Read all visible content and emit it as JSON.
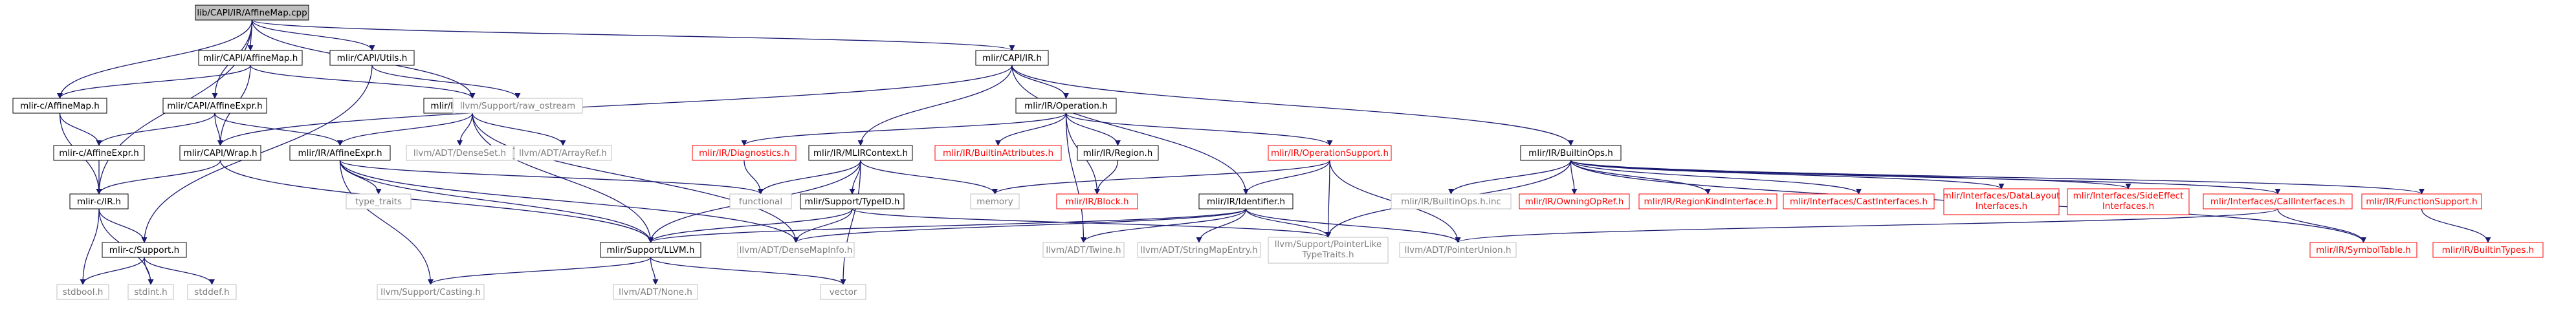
{
  "colors": {
    "root_fill": "#bfbfbf",
    "normal_border": "#000000",
    "normal_text": "#000000",
    "missing_border": "#bfbfbf",
    "missing_text": "#7f7f7f",
    "trunc_border": "#ff0000",
    "trunc_text": "#ff0000",
    "edge": "#191970"
  },
  "nodes": [
    {
      "id": "root",
      "label": "lib/CAPI/IR/AffineMap.cpp",
      "kind": "root"
    },
    {
      "id": "capi_affinemap_h",
      "label": "mlir/CAPI/AffineMap.h",
      "kind": "normal"
    },
    {
      "id": "capi_utils",
      "label": "mlir/CAPI/Utils.h",
      "kind": "normal"
    },
    {
      "id": "capi_ir",
      "label": "mlir/CAPI/IR.h",
      "kind": "normal"
    },
    {
      "id": "c_affinemap",
      "label": "mlir-c/AffineMap.h",
      "kind": "normal"
    },
    {
      "id": "capi_affineexpr",
      "label": "mlir/CAPI/AffineExpr.h",
      "kind": "normal"
    },
    {
      "id": "ir_affinemap",
      "label": "mlir/IR/AffineMap.h",
      "kind": "normal"
    },
    {
      "id": "raw_ostream",
      "label": "llvm/Support/raw_ostream",
      "kind": "missing"
    },
    {
      "id": "ir_operation",
      "label": "mlir/IR/Operation.h",
      "kind": "normal"
    },
    {
      "id": "c_affineexpr",
      "label": "mlir-c/AffineExpr.h",
      "kind": "normal"
    },
    {
      "id": "capi_wrap",
      "label": "mlir/CAPI/Wrap.h",
      "kind": "normal"
    },
    {
      "id": "ir_affineexpr",
      "label": "mlir/IR/AffineExpr.h",
      "kind": "normal"
    },
    {
      "id": "adt_denseset",
      "label": "llvm/ADT/DenseSet.h",
      "kind": "missing"
    },
    {
      "id": "adt_arrayref",
      "label": "llvm/ADT/ArrayRef.h",
      "kind": "missing"
    },
    {
      "id": "ir_diagnostics",
      "label": "mlir/IR/Diagnostics.h",
      "kind": "trunc"
    },
    {
      "id": "ir_mlircontext",
      "label": "mlir/IR/MLIRContext.h",
      "kind": "normal"
    },
    {
      "id": "ir_builtinattributes",
      "label": "mlir/IR/BuiltinAttributes.h",
      "kind": "trunc"
    },
    {
      "id": "ir_region",
      "label": "mlir/IR/Region.h",
      "kind": "normal"
    },
    {
      "id": "ir_operationsupport",
      "label": "mlir/IR/OperationSupport.h",
      "kind": "trunc"
    },
    {
      "id": "ir_builtinops",
      "label": "mlir/IR/BuiltinOps.h",
      "kind": "normal"
    },
    {
      "id": "c_ir",
      "label": "mlir-c/IR.h",
      "kind": "normal"
    },
    {
      "id": "type_traits",
      "label": "type_traits",
      "kind": "missing"
    },
    {
      "id": "functional",
      "label": "functional",
      "kind": "missing"
    },
    {
      "id": "support_typeid",
      "label": "mlir/Support/TypeID.h",
      "kind": "normal"
    },
    {
      "id": "memory",
      "label": "memory",
      "kind": "missing"
    },
    {
      "id": "ir_block",
      "label": "mlir/IR/Block.h",
      "kind": "trunc"
    },
    {
      "id": "ir_identifier",
      "label": "mlir/IR/Identifier.h",
      "kind": "normal"
    },
    {
      "id": "builtinops_inc",
      "label": "mlir/IR/BuiltinOps.h.inc",
      "kind": "missing"
    },
    {
      "id": "ir_owningopref",
      "label": "mlir/IR/OwningOpRef.h",
      "kind": "trunc"
    },
    {
      "id": "regionkind",
      "label": "mlir/IR/RegionKindInterface.h",
      "kind": "trunc"
    },
    {
      "id": "castinterfaces",
      "label": "mlir/Interfaces/CastInterfaces.h",
      "kind": "trunc"
    },
    {
      "id": "datalayout",
      "label": "mlir/Interfaces/DataLayout\nInterfaces.h",
      "kind": "trunc"
    },
    {
      "id": "sideeffect",
      "label": "mlir/Interfaces/SideEffect\nInterfaces.h",
      "kind": "trunc"
    },
    {
      "id": "callinterfaces",
      "label": "mlir/Interfaces/CallInterfaces.h",
      "kind": "trunc"
    },
    {
      "id": "functionsupport",
      "label": "mlir/IR/FunctionSupport.h",
      "kind": "trunc"
    },
    {
      "id": "c_support",
      "label": "mlir-c/Support.h",
      "kind": "normal"
    },
    {
      "id": "support_llvm",
      "label": "mlir/Support/LLVM.h",
      "kind": "normal"
    },
    {
      "id": "densemapinfo",
      "label": "llvm/ADT/DenseMapInfo.h",
      "kind": "missing"
    },
    {
      "id": "twine",
      "label": "llvm/ADT/Twine.h",
      "kind": "missing"
    },
    {
      "id": "stringmapentry",
      "label": "llvm/ADT/StringMapEntry.h",
      "kind": "missing"
    },
    {
      "id": "pointerlike",
      "label": "llvm/Support/PointerLike\nTypeTraits.h",
      "kind": "missing"
    },
    {
      "id": "pointerunion",
      "label": "llvm/ADT/PointerUnion.h",
      "kind": "missing"
    },
    {
      "id": "symboltable",
      "label": "mlir/IR/SymbolTable.h",
      "kind": "trunc"
    },
    {
      "id": "builtintypes",
      "label": "mlir/IR/BuiltinTypes.h",
      "kind": "trunc"
    },
    {
      "id": "stdbool",
      "label": "stdbool.h",
      "kind": "missing"
    },
    {
      "id": "stdint",
      "label": "stdint.h",
      "kind": "missing"
    },
    {
      "id": "stddef",
      "label": "stddef.h",
      "kind": "missing"
    },
    {
      "id": "casting",
      "label": "llvm/Support/Casting.h",
      "kind": "missing"
    },
    {
      "id": "adt_none",
      "label": "llvm/ADT/None.h",
      "kind": "missing"
    },
    {
      "id": "vector",
      "label": "vector",
      "kind": "missing"
    }
  ],
  "edges": [
    [
      "root",
      "capi_affinemap_h"
    ],
    [
      "root",
      "capi_utils"
    ],
    [
      "root",
      "capi_ir"
    ],
    [
      "root",
      "c_affinemap"
    ],
    [
      "root",
      "ir_affinemap"
    ],
    [
      "root",
      "capi_affineexpr"
    ],
    [
      "root",
      "c_ir"
    ],
    [
      "capi_affinemap_h",
      "c_affinemap"
    ],
    [
      "capi_affinemap_h",
      "ir_affinemap"
    ],
    [
      "capi_affinemap_h",
      "capi_wrap"
    ],
    [
      "capi_utils",
      "raw_ostream"
    ],
    [
      "capi_utils",
      "c_support"
    ],
    [
      "capi_ir",
      "capi_wrap"
    ],
    [
      "capi_ir",
      "ir_operation"
    ],
    [
      "capi_ir",
      "ir_mlircontext"
    ],
    [
      "capi_ir",
      "ir_builtinops"
    ],
    [
      "capi_ir",
      "ir_identifier"
    ],
    [
      "c_affinemap",
      "c_affineexpr"
    ],
    [
      "c_affinemap",
      "c_ir"
    ],
    [
      "capi_affineexpr",
      "c_affineexpr"
    ],
    [
      "capi_affineexpr",
      "capi_wrap"
    ],
    [
      "capi_affineexpr",
      "ir_affineexpr"
    ],
    [
      "ir_affinemap",
      "ir_affineexpr"
    ],
    [
      "ir_affinemap",
      "adt_denseset"
    ],
    [
      "ir_affinemap",
      "adt_arrayref"
    ],
    [
      "ir_affinemap",
      "densemapinfo"
    ],
    [
      "ir_affinemap",
      "support_llvm"
    ],
    [
      "c_affineexpr",
      "c_ir"
    ],
    [
      "capi_wrap",
      "c_ir"
    ],
    [
      "capi_wrap",
      "support_llvm"
    ],
    [
      "ir_affineexpr",
      "type_traits"
    ],
    [
      "ir_affineexpr",
      "functional"
    ],
    [
      "ir_affineexpr",
      "support_llvm"
    ],
    [
      "ir_affineexpr",
      "densemapinfo"
    ],
    [
      "ir_affineexpr",
      "casting"
    ],
    [
      "ir_operation",
      "ir_diagnostics"
    ],
    [
      "ir_operation",
      "ir_builtinattributes"
    ],
    [
      "ir_operation",
      "ir_region"
    ],
    [
      "ir_operation",
      "ir_operationsupport"
    ],
    [
      "ir_operation",
      "ir_block"
    ],
    [
      "ir_operation",
      "twine"
    ],
    [
      "ir_diagnostics",
      "functional"
    ],
    [
      "ir_mlircontext",
      "support_typeid"
    ],
    [
      "ir_mlircontext",
      "functional"
    ],
    [
      "ir_mlircontext",
      "memory"
    ],
    [
      "ir_mlircontext",
      "vector"
    ],
    [
      "ir_mlircontext",
      "support_llvm"
    ],
    [
      "ir_region",
      "ir_block"
    ],
    [
      "ir_operationsupport",
      "ir_identifier"
    ],
    [
      "ir_operationsupport",
      "memory"
    ],
    [
      "ir_operationsupport",
      "pointerlike"
    ],
    [
      "ir_operationsupport",
      "pointerunion"
    ],
    [
      "ir_builtinops",
      "builtinops_inc"
    ],
    [
      "ir_builtinops",
      "ir_owningopref"
    ],
    [
      "ir_builtinops",
      "regionkind"
    ],
    [
      "ir_builtinops",
      "castinterfaces"
    ],
    [
      "ir_builtinops",
      "datalayout"
    ],
    [
      "ir_builtinops",
      "sideeffect"
    ],
    [
      "ir_builtinops",
      "callinterfaces"
    ],
    [
      "ir_builtinops",
      "functionsupport"
    ],
    [
      "ir_builtinops",
      "symboltable"
    ],
    [
      "ir_builtinops",
      "pointerlike"
    ],
    [
      "c_ir",
      "c_support"
    ],
    [
      "c_ir",
      "stdbool"
    ],
    [
      "c_ir",
      "stdint"
    ],
    [
      "support_typeid",
      "support_llvm"
    ],
    [
      "support_typeid",
      "densemapinfo"
    ],
    [
      "support_typeid",
      "pointerlike"
    ],
    [
      "ir_identifier",
      "support_llvm"
    ],
    [
      "ir_identifier",
      "densemapinfo"
    ],
    [
      "ir_identifier",
      "twine"
    ],
    [
      "ir_identifier",
      "stringmapentry"
    ],
    [
      "ir_identifier",
      "pointerlike"
    ],
    [
      "ir_identifier",
      "pointerunion"
    ],
    [
      "callinterfaces",
      "symboltable"
    ],
    [
      "callinterfaces",
      "pointerunion"
    ],
    [
      "functionsupport",
      "builtintypes"
    ],
    [
      "c_support",
      "stdbool"
    ],
    [
      "c_support",
      "stdint"
    ],
    [
      "c_support",
      "stddef"
    ],
    [
      "support_llvm",
      "casting"
    ],
    [
      "support_llvm",
      "adt_none"
    ],
    [
      "support_llvm",
      "vector"
    ]
  ]
}
